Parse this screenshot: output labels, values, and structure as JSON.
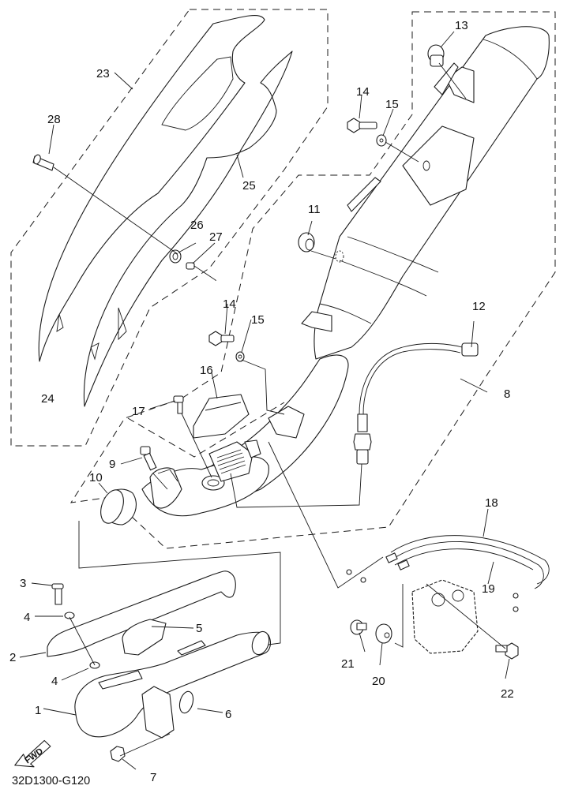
{
  "diagram": {
    "title": "Exhaust system exploded parts diagram",
    "drawing_code": "32D1300-G120",
    "direction_indicator": "FWD",
    "callouts": [
      {
        "id": "c1",
        "label": "1",
        "part": "exhaust-pipe"
      },
      {
        "id": "c2",
        "label": "2",
        "part": "exhaust-pipe-protector"
      },
      {
        "id": "c3",
        "label": "3",
        "part": "protector-bolt"
      },
      {
        "id": "c4a",
        "label": "4",
        "part": "protector-washer-upper"
      },
      {
        "id": "c4b",
        "label": "4",
        "part": "protector-washer-lower"
      },
      {
        "id": "c5",
        "label": "5",
        "part": "heat-insulator"
      },
      {
        "id": "c6",
        "label": "6",
        "part": "exhaust-gasket"
      },
      {
        "id": "c7",
        "label": "7",
        "part": "flange-nut"
      },
      {
        "id": "c8",
        "label": "8",
        "part": "silencer-assembly"
      },
      {
        "id": "c9",
        "label": "9",
        "part": "clamp-bolt"
      },
      {
        "id": "c10",
        "label": "10",
        "part": "joint-gasket"
      },
      {
        "id": "c11",
        "label": "11",
        "part": "silencer-damper"
      },
      {
        "id": "c12",
        "label": "12",
        "part": "oxygen-sensor"
      },
      {
        "id": "c13",
        "label": "13",
        "part": "grommet"
      },
      {
        "id": "c14a",
        "label": "14",
        "part": "silencer-bolt-upper"
      },
      {
        "id": "c14b",
        "label": "14",
        "part": "silencer-bolt-lower"
      },
      {
        "id": "c15a",
        "label": "15",
        "part": "silencer-washer-upper"
      },
      {
        "id": "c15b",
        "label": "15",
        "part": "silencer-washer-lower"
      },
      {
        "id": "c16",
        "label": "16",
        "part": "exup-cover"
      },
      {
        "id": "c17",
        "label": "17",
        "part": "cover-bolt"
      },
      {
        "id": "c18",
        "label": "18",
        "part": "exup-cable-1"
      },
      {
        "id": "c19",
        "label": "19",
        "part": "exup-cable-2"
      },
      {
        "id": "c20",
        "label": "20",
        "part": "servo-damper"
      },
      {
        "id": "c21",
        "label": "21",
        "part": "servo-collar"
      },
      {
        "id": "c22",
        "label": "22",
        "part": "servo-bolt"
      },
      {
        "id": "c23",
        "label": "23",
        "part": "silencer-cover-assembly"
      },
      {
        "id": "c24",
        "label": "24",
        "part": "silencer-cover-outer"
      },
      {
        "id": "c25",
        "label": "25",
        "part": "silencer-cover-inner"
      },
      {
        "id": "c26",
        "label": "26",
        "part": "cover-damper"
      },
      {
        "id": "c27",
        "label": "27",
        "part": "cover-collar"
      },
      {
        "id": "c28",
        "label": "28",
        "part": "cover-screw"
      }
    ]
  }
}
